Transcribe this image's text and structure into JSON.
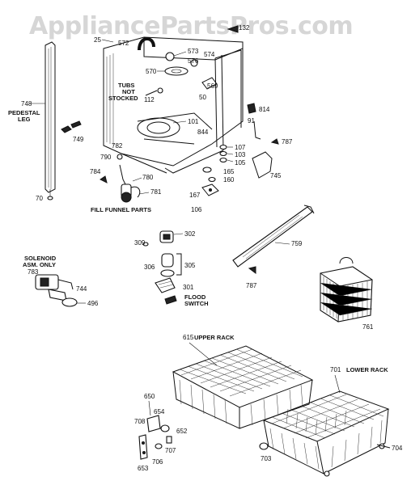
{
  "watermark": "AppliancePartsPros.com",
  "captions": {
    "tubs_not_stocked": [
      "TUBS",
      "NOT",
      "STOCKED"
    ],
    "pedestal_leg": [
      "PEDESTAL",
      "LEG"
    ],
    "fill_funnel_parts": "FILL FUNNEL PARTS",
    "solenoid": [
      "SOLENOID",
      "ASM. ONLY"
    ],
    "flood_switch": [
      "FLOOD",
      "SWITCH"
    ],
    "upper_rack": "UPPER RACK",
    "lower_rack": "LOWER RACK"
  },
  "parts": {
    "p25": "25",
    "p572": "572",
    "p132": "132",
    "p573": "573",
    "p574": "574",
    "p576": "576",
    "p570": "570",
    "p569": "569",
    "p50": "50",
    "p748": "748",
    "p112": "112",
    "p101": "101",
    "p844": "844",
    "p814": "814",
    "p749": "749",
    "p91": "91",
    "p107": "107",
    "p103": "103",
    "p105": "105",
    "p787a": "787",
    "p782": "782",
    "p790": "790",
    "p784": "784",
    "p780": "780",
    "p781": "781",
    "p165": "165",
    "p160": "160",
    "p745": "745",
    "p70": "70",
    "p167": "167",
    "p106": "106",
    "p302": "302",
    "p309": "309",
    "p305": "305",
    "p306": "306",
    "p301": "301",
    "p759": "759",
    "p787b": "787",
    "p783": "783",
    "p744": "744",
    "p496": "496",
    "p761": "761",
    "p615": "615",
    "p701": "701",
    "p650": "650",
    "p654": "654",
    "p708": "708",
    "p652": "652",
    "p707": "707",
    "p706": "706",
    "p653": "653",
    "p703": "703",
    "p704": "704"
  }
}
